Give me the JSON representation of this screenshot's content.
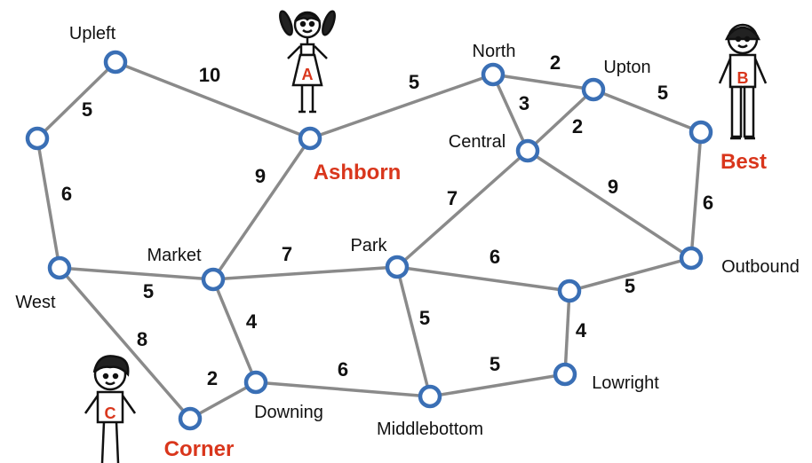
{
  "theme": {
    "node_stroke": "#3a6fb5",
    "edge_color": "#8a8a8a",
    "highlight_color": "#d9361c"
  },
  "nodes": {
    "upleft": "Upleft",
    "north": "North",
    "upton": "Upton",
    "central": "Central",
    "ashborn": "Ashborn",
    "best": "Best",
    "market": "Market",
    "park": "Park",
    "west": "West",
    "outbound": "Outbound",
    "downing": "Downing",
    "corner": "Corner",
    "middlebottom": "Middlebottom",
    "lowright": "Lowright"
  },
  "edges": [
    {
      "from": "upleft",
      "to": "ashborn",
      "weight": "10"
    },
    {
      "from": "upleft",
      "to": "west_top",
      "weight": "5"
    },
    {
      "from": "west_top",
      "to": "west",
      "weight": "6"
    },
    {
      "from": "ashborn",
      "to": "north",
      "weight": "5"
    },
    {
      "from": "north",
      "to": "upton",
      "weight": "2"
    },
    {
      "from": "north",
      "to": "central",
      "weight": "3"
    },
    {
      "from": "upton",
      "to": "central",
      "weight": "2"
    },
    {
      "from": "upton",
      "to": "best",
      "weight": "5"
    },
    {
      "from": "best",
      "to": "outbound",
      "weight": "6"
    },
    {
      "from": "central",
      "to": "outbound",
      "weight": "9"
    },
    {
      "from": "central",
      "to": "park",
      "weight": "7"
    },
    {
      "from": "ashborn",
      "to": "market",
      "weight": "9"
    },
    {
      "from": "market",
      "to": "park",
      "weight": "7"
    },
    {
      "from": "west",
      "to": "market",
      "weight": "5"
    },
    {
      "from": "west",
      "to": "corner",
      "weight": "8"
    },
    {
      "from": "market",
      "to": "downing",
      "weight": "4"
    },
    {
      "from": "corner",
      "to": "downing",
      "weight": "2"
    },
    {
      "from": "downing",
      "to": "middlebottom",
      "weight": "6"
    },
    {
      "from": "park",
      "to": "middlebottom",
      "weight": "5"
    },
    {
      "from": "park",
      "to": "right_mid",
      "weight": "6"
    },
    {
      "from": "right_mid",
      "to": "outbound",
      "weight": "5"
    },
    {
      "from": "right_mid",
      "to": "lowright",
      "weight": "4"
    },
    {
      "from": "middlebottom",
      "to": "lowright",
      "weight": "5"
    }
  ],
  "characters": [
    {
      "id": "A",
      "letter": "A",
      "at": "ashborn"
    },
    {
      "id": "B",
      "letter": "B",
      "at": "best"
    },
    {
      "id": "C",
      "letter": "C",
      "at": "corner"
    }
  ]
}
